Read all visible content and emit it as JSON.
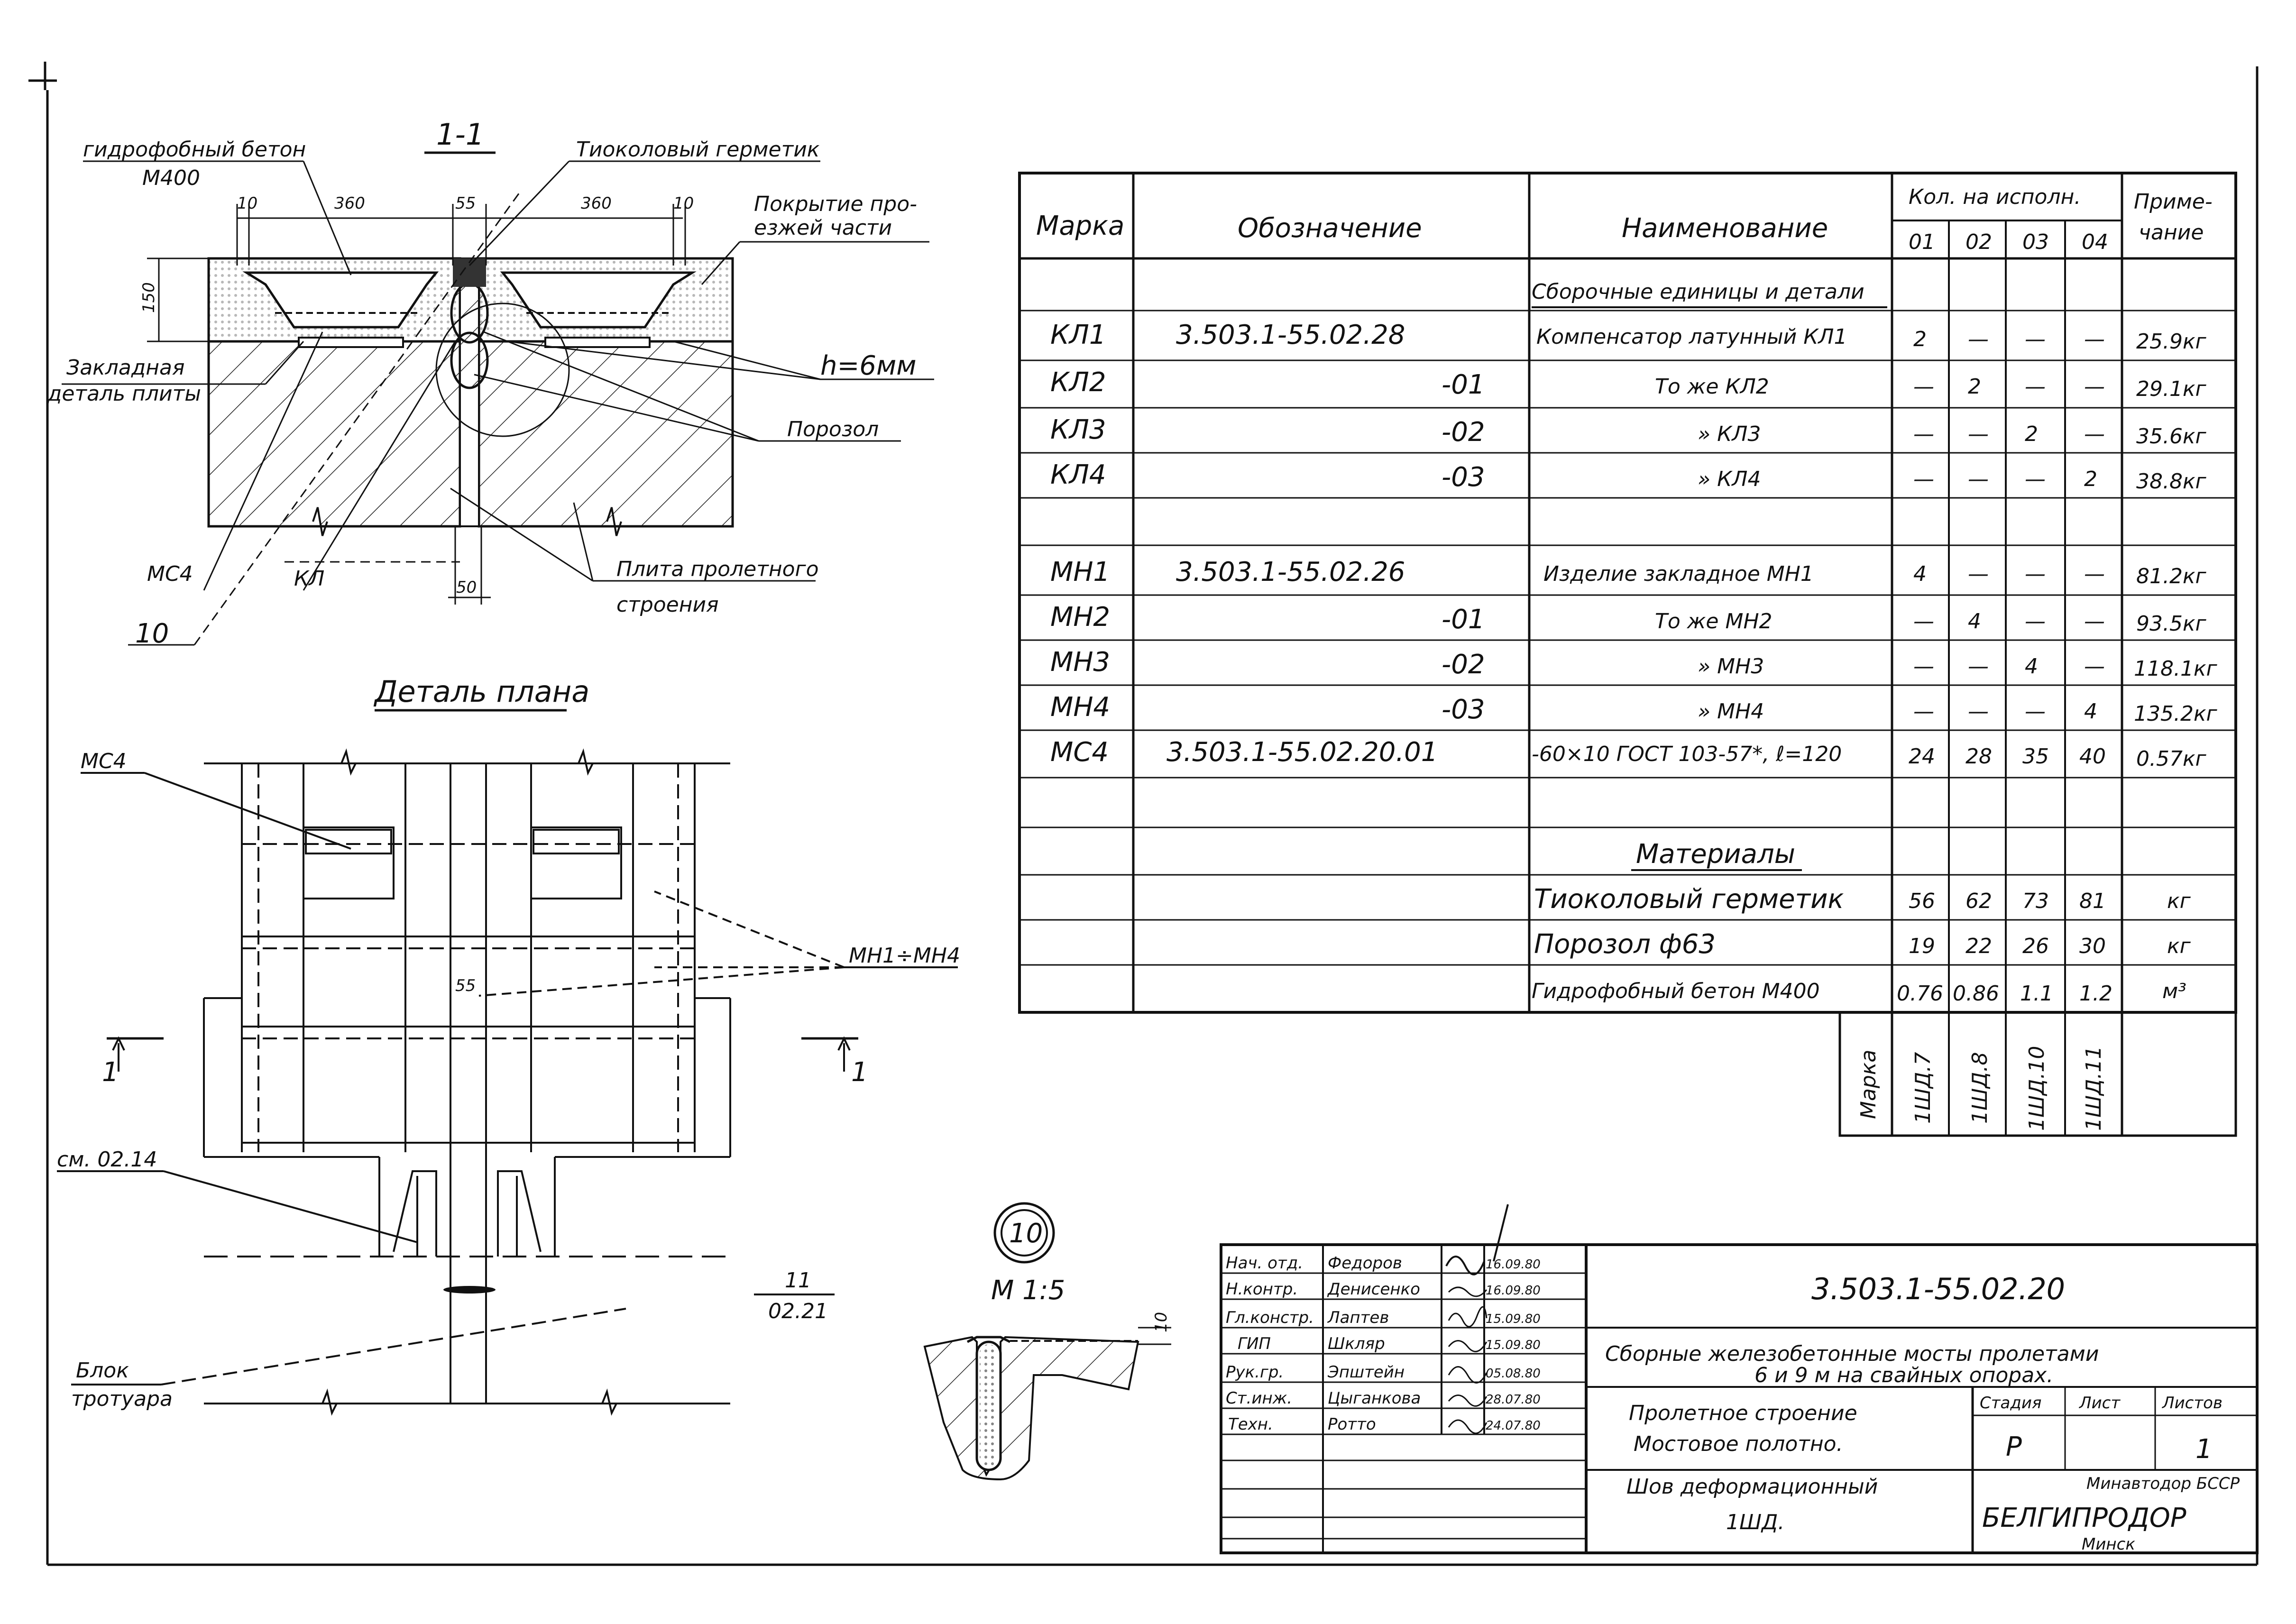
{
  "left": {
    "section_title": "1-1",
    "labels": {
      "hydro_concrete": "гидрофобный бетон",
      "m400": "М400",
      "thiokol": "Тиоколовый герметик",
      "coating": "Покрытие про-",
      "coating2": "езжей части",
      "embedded": "Закладная",
      "embedded2": "деталь плиты",
      "h6": "h=6мм",
      "porozol": "Порозол",
      "mc4": "МС4",
      "kl": "КЛ",
      "plate": "Плита пролетного",
      "plate2": "строения",
      "ten": "10",
      "plan_title": "Деталь плана",
      "mc4_plan": "МС4",
      "mn": "МН1÷МН4",
      "cut_left": "1",
      "cut_right": "1",
      "see": "см. 02.14",
      "block": "Блок",
      "block2": "тротуара",
      "ref_num": "11",
      "ref_sheet": "02.21"
    },
    "dims": {
      "d10a": "10",
      "d360a": "360",
      "d55": "55",
      "d360b": "360",
      "d10b": "10",
      "d150": "150",
      "d50": "50",
      "d55plan": "55"
    },
    "detail10": {
      "num": "10",
      "scale": "М 1:5",
      "dim": "10"
    }
  },
  "spec": {
    "headers": {
      "mark": "Марка",
      "designation": "Обозначение",
      "name": "Наименование",
      "qty": "Кол. на исполн.",
      "note1": "Приме-",
      "note2": "чание",
      "cols": [
        "01",
        "02",
        "03",
        "04"
      ]
    },
    "section1": "Сборочные единицы и детали",
    "rows": [
      {
        "mark": "КЛ1",
        "des": "3.503.1-55.02.28",
        "name": "Компенсатор латунный КЛ1",
        "q": [
          "2",
          "—",
          "—",
          "—"
        ],
        "note": "25.9кг"
      },
      {
        "mark": "КЛ2",
        "des": "-01",
        "name": "То же КЛ2",
        "q": [
          "—",
          "2",
          "—",
          "—"
        ],
        "note": "29.1кг"
      },
      {
        "mark": "КЛ3",
        "des": "-02",
        "name": "» КЛ3",
        "q": [
          "—",
          "—",
          "2",
          "—"
        ],
        "note": "35.6кг"
      },
      {
        "mark": "КЛ4",
        "des": "-03",
        "name": "» КЛ4",
        "q": [
          "—",
          "—",
          "—",
          "2"
        ],
        "note": "38.8кг"
      },
      {
        "mark": "",
        "des": "",
        "name": "",
        "q": [
          "",
          "",
          "",
          ""
        ],
        "note": ""
      },
      {
        "mark": "МН1",
        "des": "3.503.1-55.02.26",
        "name": "Изделие закладное МН1",
        "q": [
          "4",
          "—",
          "—",
          "—"
        ],
        "note": "81.2кг"
      },
      {
        "mark": "МН2",
        "des": "-01",
        "name": "То же МН2",
        "q": [
          "—",
          "4",
          "—",
          "—"
        ],
        "note": "93.5кг"
      },
      {
        "mark": "МН3",
        "des": "-02",
        "name": "» МН3",
        "q": [
          "—",
          "—",
          "4",
          "—"
        ],
        "note": "118.1кг"
      },
      {
        "mark": "МН4",
        "des": "-03",
        "name": "» МН4",
        "q": [
          "—",
          "—",
          "—",
          "4"
        ],
        "note": "135.2кг"
      },
      {
        "mark": "МС4",
        "des": "3.503.1-55.02.20.01",
        "name": "-60×10 ГОСТ 103-57*, ℓ=120",
        "q": [
          "24",
          "28",
          "35",
          "40"
        ],
        "note": "0.57кг"
      }
    ],
    "section2": "Материалы",
    "materials": [
      {
        "name": "Тиоколовый герметик",
        "q": [
          "56",
          "62",
          "73",
          "81"
        ],
        "note": "кг"
      },
      {
        "name": "Порозол ф63",
        "q": [
          "19",
          "22",
          "26",
          "30"
        ],
        "note": "кг"
      },
      {
        "name": "Гидрофобный бетон М400",
        "q": [
          "0.76",
          "0.86",
          "1.1",
          "1.2"
        ],
        "note": "м³"
      }
    ],
    "footer_mark": "Марка",
    "footer_cols": [
      "1ШД.7",
      "1ШД.8",
      "1ШД.10",
      "1ШД.11"
    ]
  },
  "titleblock": {
    "roles": [
      "Нач. отд.",
      "Н.контр.",
      "Гл.констр.",
      "ГИП",
      "Рук.гр.",
      "Ст.инж.",
      "Техн."
    ],
    "names": [
      "Федоров",
      "Денисенко",
      "Лаптев",
      "Шкляр",
      "Эпштейн",
      "Цыганкова",
      "Ротто"
    ],
    "dates": [
      "16.09.80",
      "16.09.80",
      "15.09.80",
      "15.09.80",
      "05.08.80",
      "28.07.80",
      "24.07.80"
    ],
    "code": "3.503.1-55.02.20",
    "project1": "Сборные железобетонные мосты пролетами",
    "project2": "6 и 9 м на свайных опорах.",
    "desc1": "Пролетное строение",
    "desc2": "Мостовое полотно.",
    "stage_label": "Стадия",
    "sheet_label": "Лист",
    "sheets_label": "Листов",
    "stage": "Р",
    "sheets": "1",
    "item1": "Шов деформационный",
    "item2": "1ШД.",
    "org1": "Минавтодор БССР",
    "org2": "БЕЛГИПРОДОР",
    "org3": "Минск"
  }
}
